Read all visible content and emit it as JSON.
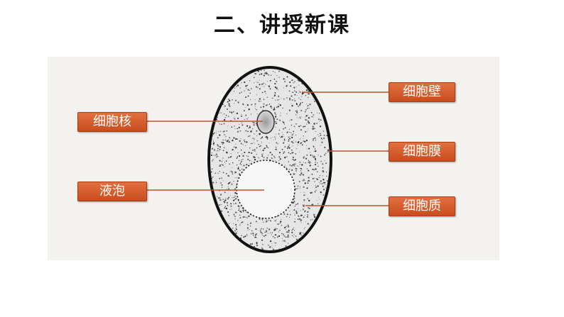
{
  "slide": {
    "title": "二、讲授新课"
  },
  "labels": {
    "nucleus": "细胞核",
    "vacuole": "液泡",
    "cell_wall": "细胞壁",
    "cell_membrane": "细胞膜",
    "cytoplasm": "细胞质"
  },
  "colors": {
    "label_fill": "#d65a2a",
    "leader_line": "#c0502a",
    "cell_outline": "#111111"
  }
}
